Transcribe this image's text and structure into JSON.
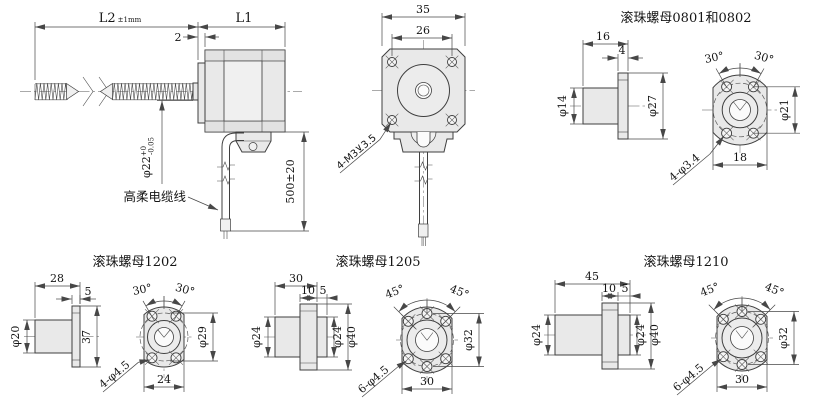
{
  "colors": {
    "background": "#ffffff",
    "line": "#3f3f3f",
    "part_fill": "#e9e9e9",
    "text": "#151515"
  },
  "motor_side_view": {
    "dim_screw_length": "L2",
    "dim_screw_length_tol": "±1mm",
    "dim_motor_length": "L1",
    "dim_flange_thickness": "2",
    "dim_pilot_dia": "φ22",
    "dim_pilot_tol_upper": "+0",
    "dim_pilot_tol_lower": "-0.05",
    "cable_label": "高柔电缆线",
    "dim_cable_length": "500±20"
  },
  "motor_front_view": {
    "dim_body_width": "35",
    "dim_mount_hole_spacing": "26",
    "mount_hole_note": "4-M3⊻3.5"
  },
  "ball_nuts": {
    "nut_0801": {
      "title": "滚珠螺母0801和0802",
      "dim_total_length": "16",
      "dim_flange_thickness": "4",
      "dim_body_dia": "φ14",
      "dim_flange_dia": "φ27",
      "dim_angle_left": "30°",
      "dim_angle_right": "30°",
      "dim_bolt_circle_dia": "φ21",
      "dim_across_flats": "18",
      "hole_note": "4-φ3.4"
    },
    "nut_1202": {
      "title": "滚珠螺母1202",
      "dim_total_length": "28",
      "dim_flange_thickness": "5",
      "dim_body_dia": "φ20",
      "dim_flange_height": "37",
      "dim_angle_left": "30°",
      "dim_angle_right": "30°",
      "dim_bolt_circle_dia": "φ29",
      "dim_across_flats": "24",
      "hole_note": "4-φ4.5"
    },
    "nut_1205": {
      "title": "滚珠螺母1205",
      "dim_total_length": "30",
      "dim_flange_thickness": "10",
      "dim_stub_length": "5",
      "dim_body_dia": "φ24",
      "dim_stub_dia": "φ24",
      "dim_flange_dia": "φ40",
      "dim_angle_left": "45°",
      "dim_angle_right": "45°",
      "dim_bolt_circle_dia": "φ32",
      "dim_across_flats": "30",
      "hole_note": "6-φ4.5"
    },
    "nut_1210": {
      "title": "滚珠螺母1210",
      "dim_total_length": "45",
      "dim_flange_thickness": "10",
      "dim_stub_length": "5",
      "dim_body_dia": "φ24",
      "dim_stub_dia": "φ24",
      "dim_flange_dia": "φ40",
      "dim_angle_left": "45°",
      "dim_angle_right": "45°",
      "dim_bolt_circle_dia": "φ32",
      "dim_across_flats": "30",
      "hole_note": "6-φ4.5"
    }
  }
}
